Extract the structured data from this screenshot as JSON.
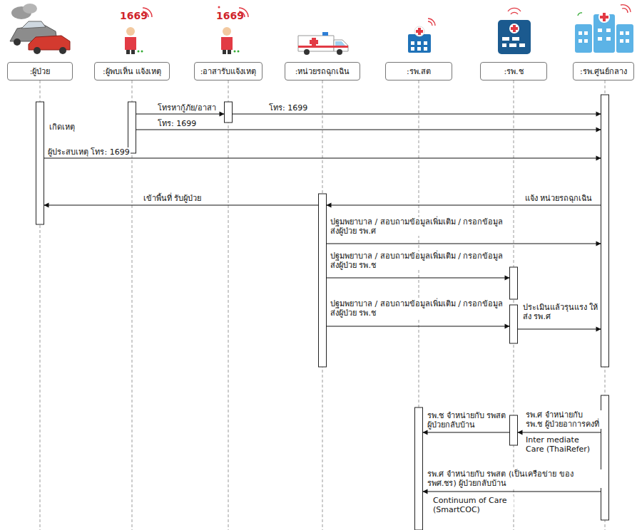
{
  "diagram": {
    "nodes": [
      {
        "text": [
          ":ผู้ป่วย"
        ]
      },
      {
        "text": [
          ":ผู้พบเห็น แจ้งเหตุ"
        ]
      },
      {
        "text": [
          ":อาสารับแจ้งเหตุ"
        ]
      },
      {
        "text": [
          ":หน่วยรถฉุกเฉิน"
        ]
      },
      {
        "text": [
          ":รพ.สต"
        ]
      },
      {
        "text": [
          ":รพ.ช"
        ]
      },
      {
        "text": [
          ":รพ.ศูนย์กลาง"
        ]
      }
    ],
    "edges": [
      {
        "from": 1,
        "to": 2,
        "label": "โทรหากู้ภัย/อาสา",
        "arrow": "to"
      },
      {
        "from": 2,
        "to": 6,
        "label": "โทร: 1699",
        "arrow": "to"
      },
      {
        "from": 1,
        "to": 6,
        "label": "โทร: 1699",
        "arrow": "to"
      },
      {
        "from": 0,
        "to": 6,
        "label": "ผู้ประสบเหตุ โทร: 1699",
        "arrow": "to"
      },
      {
        "from": 6,
        "to": 3,
        "label": "แจ้ง หน่วยรถฉุกเฉิน",
        "arrow": "to"
      },
      {
        "from": 3,
        "to": 0,
        "label": "เข้าพื้นที่ รับผู้ป่วย",
        "arrow": "to"
      },
      {
        "from": 3,
        "to": 6,
        "label": "ปฐมพยาบาล / สอบถามข้อมูลเพิ่มเติม / กรอกข้อมูล ส่งผู้ป่วย รพ.ศ",
        "arrow": "to"
      },
      {
        "from": 3,
        "to": 5,
        "label": "ปฐมพยาบาล / สอบถามข้อมูลเพิ่มเติม / กรอกข้อมูล ส่งผู้ป่วย รพ.ช",
        "arrow": "to"
      },
      {
        "from": 3,
        "to": 5,
        "label": "ปฐมพยาบาล / สอบถามข้อมูลเพิ่มเติม / กรอกข้อมูล ส่งผู้ป่วย รพ.ช",
        "arrow": "to"
      },
      {
        "from": 5,
        "to": 6,
        "label": "ประเมินแล้วรุนแรง ให้ส่ง รพ.ศ",
        "arrow": "to"
      },
      {
        "from": 6,
        "to": 5,
        "label": "รพ.ศ จำหน่ายกับ รพ.ช ผู้ป่วยอาการคงที่",
        "arrow": "to"
      },
      {
        "from": 5,
        "to": 4,
        "label": "รพ.ช จำหน่ายกับ รพสต ผู้ป่วยกลับบ้าน",
        "arrow": "to"
      },
      {
        "from": 6,
        "to": 4,
        "label": "รพ.ศ จำหน่ายกับ รพสต (เป็นเครือข่าย ของ รพศ.ชร) ผู้ป่วยกลับบ้าน",
        "arrow": "to"
      }
    ],
    "labels": [
      "1669",
      "1669",
      "เกิดเหตุ",
      "Inter mediate Care (ThaiRefer)",
      "Continuum of Care (SmartCOC)"
    ]
  }
}
